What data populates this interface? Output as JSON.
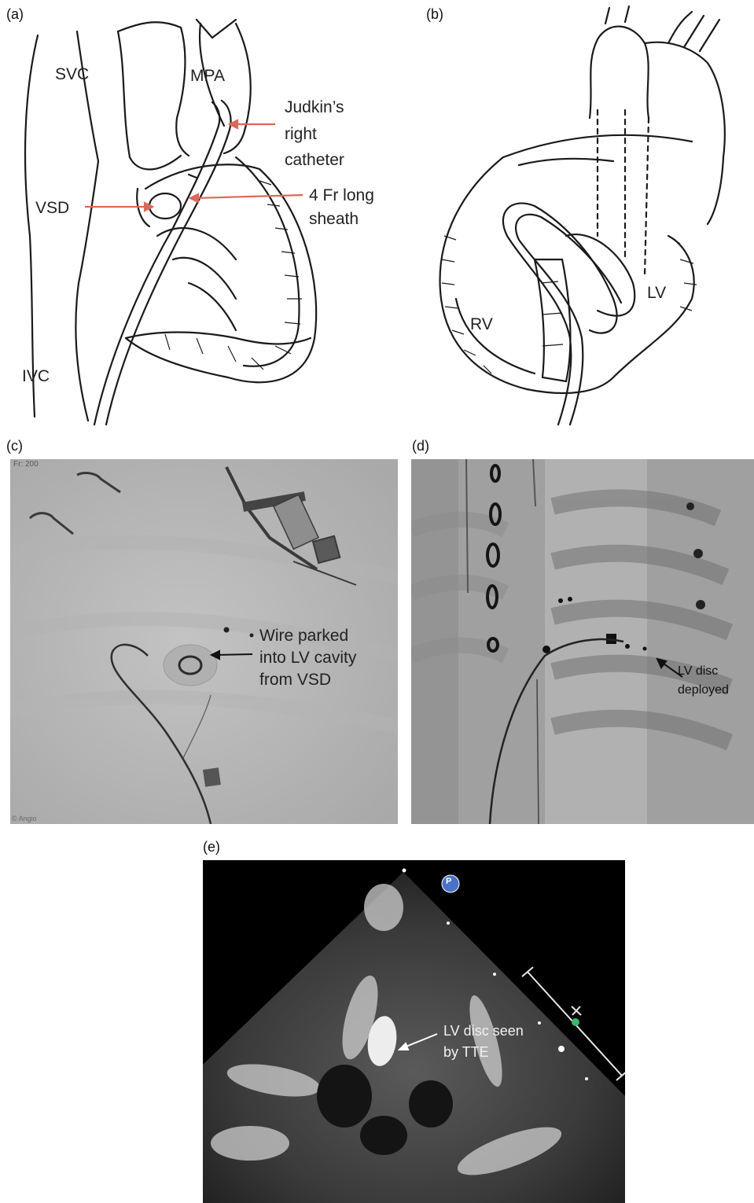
{
  "panels": {
    "a": {
      "letter": "(a)",
      "labels": {
        "svc": "SVC",
        "mpa": "MPA",
        "vsd": "VSD",
        "ivc": "IVC",
        "judkins": [
          "Judkin’s",
          "right",
          "catheter"
        ],
        "sheath": [
          "4 Fr long",
          "sheath"
        ]
      },
      "colors": {
        "arrow": "#d9695a",
        "ink": "#1a1a1a"
      }
    },
    "b": {
      "letter": "(b)",
      "labels": {
        "lv": "LV",
        "rv": "RV"
      }
    },
    "c": {
      "letter": "(c)",
      "annotation": [
        "Wire parked",
        "into LV cavity",
        "from VSD"
      ],
      "overlay_top_left": "Fr: 200",
      "overlay_bottom_left": "© Angio"
    },
    "d": {
      "letter": "(d)",
      "annotation": [
        "LV disc",
        "deployed"
      ]
    },
    "e": {
      "letter": "(e)",
      "annotation": [
        "LV disc seen",
        "by  TTE"
      ],
      "marker": "P",
      "colors": {
        "marker": "#4a72c8",
        "caliper_dot": "#3bb46e"
      }
    }
  }
}
